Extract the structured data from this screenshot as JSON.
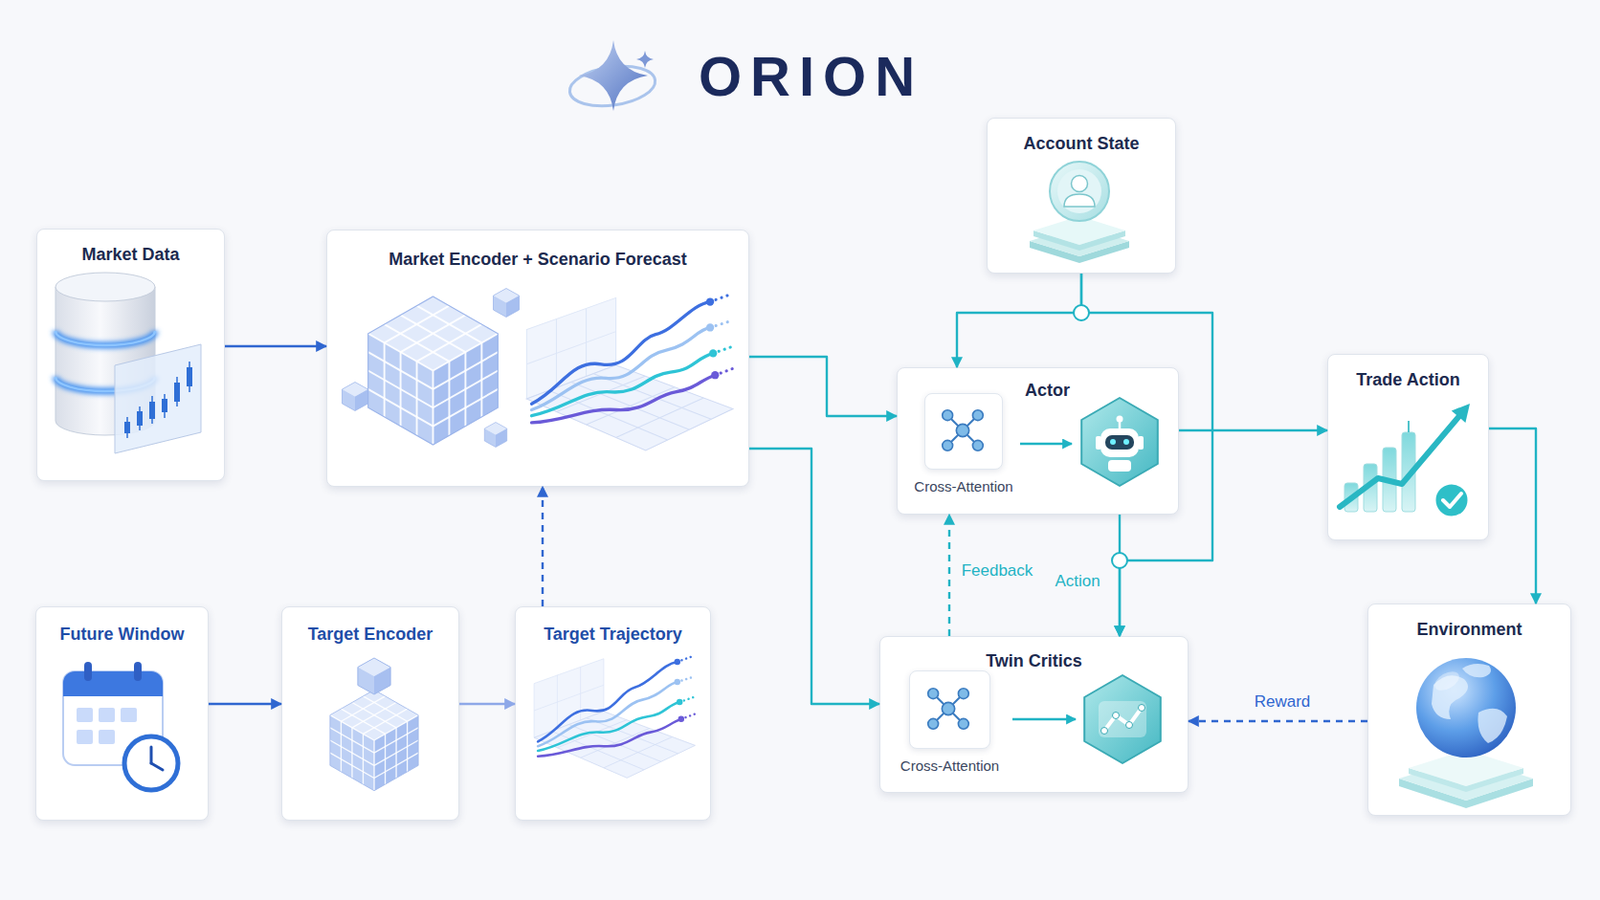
{
  "diagram": {
    "title": "ORION",
    "nodes": [
      {
        "text": [
          "Account State"
        ]
      },
      {
        "text": [
          "Market Data"
        ]
      },
      {
        "text": [
          "Market Encoder + Scenario Forecast"
        ]
      },
      {
        "text": [
          "Actor"
        ]
      },
      {
        "text": [
          "Cross-Attention"
        ],
        "in": 3
      },
      {
        "text": [
          "Trade Action"
        ]
      },
      {
        "text": [
          "Future Window"
        ]
      },
      {
        "text": [
          "Target Encoder"
        ]
      },
      {
        "text": [
          "Target Trajectory"
        ]
      },
      {
        "text": [
          "Twin Critics"
        ]
      },
      {
        "text": [
          "Cross-Attention"
        ],
        "in": 9
      },
      {
        "text": [
          "Environment"
        ]
      }
    ],
    "edges": [
      {
        "from": 1,
        "to": 2,
        "arrow": "to"
      },
      {
        "from": 2,
        "to": 3,
        "arrow": "to"
      },
      {
        "from": 2,
        "to": 9,
        "arrow": "to"
      },
      {
        "from": 0,
        "to": 3,
        "arrow": "to"
      },
      {
        "from": 0,
        "to": 9,
        "arrow": "to"
      },
      {
        "from": 3,
        "to": 5,
        "arrow": "to"
      },
      {
        "from": 3,
        "to": 9,
        "label": "Action",
        "arrow": "to"
      },
      {
        "from": 9,
        "to": 3,
        "label": "Feedback",
        "arrow": "to"
      },
      {
        "from": 5,
        "to": 11,
        "arrow": "to"
      },
      {
        "from": 11,
        "to": 9,
        "label": "Reward",
        "arrow": "to"
      },
      {
        "from": 6,
        "to": 7,
        "arrow": "to"
      },
      {
        "from": 7,
        "to": 8,
        "arrow": "to"
      },
      {
        "from": 8,
        "to": 2,
        "arrow": "to"
      }
    ]
  }
}
